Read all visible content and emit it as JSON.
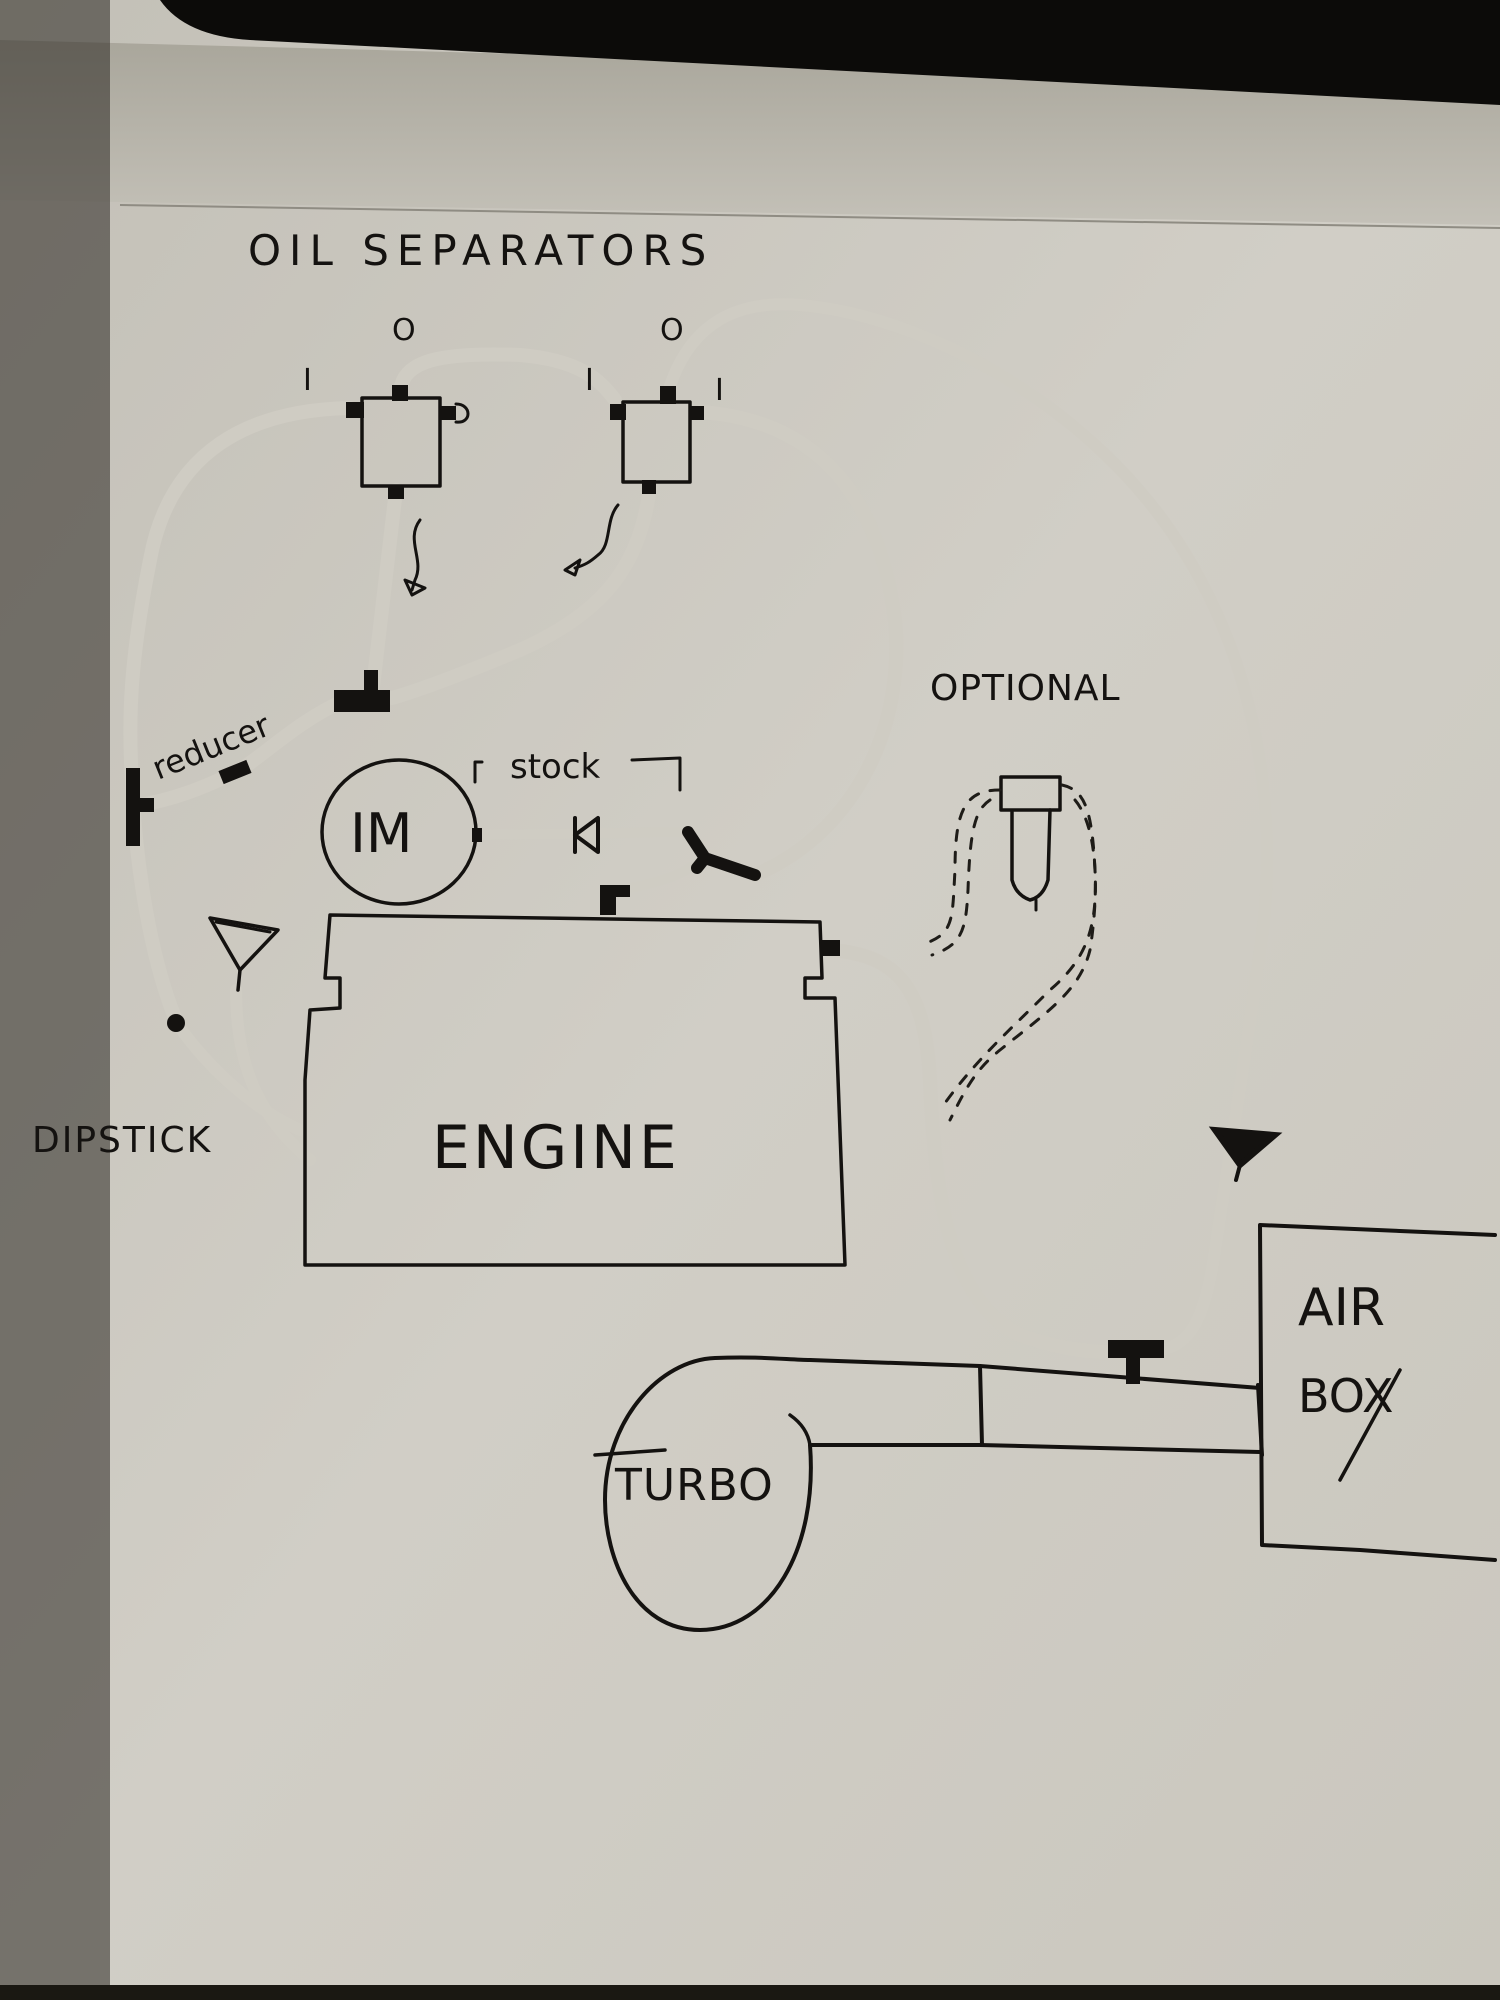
{
  "title": "OIL SEPARATORS",
  "separators": [
    {
      "id": "separator-1",
      "ports": {
        "inlet_label": "I",
        "outlet_label": "O"
      }
    },
    {
      "id": "separator-2",
      "ports": {
        "inlet_left_label": "I",
        "inlet_right_label": "I",
        "outlet_label": "O"
      }
    }
  ],
  "labels": {
    "reducer": "reducer",
    "stock": "stock",
    "intake_manifold": "IM",
    "optional": "OPTIONAL",
    "dipstick": "DIPSTICK",
    "engine": "ENGINE",
    "turbo": "TURBO",
    "airbox_line1": "AIR",
    "airbox_line2": "BOX"
  },
  "components": [
    {
      "name": "Oil separator 1",
      "icon": "box"
    },
    {
      "name": "Oil separator 2",
      "icon": "box"
    },
    {
      "name": "Intake manifold (IM)",
      "icon": "circle"
    },
    {
      "name": "Check valve (stock)",
      "icon": "check-valve"
    },
    {
      "name": "Y-fitting",
      "icon": "y-fitting"
    },
    {
      "name": "Engine",
      "icon": "box"
    },
    {
      "name": "Dipstick funnel",
      "icon": "funnel"
    },
    {
      "name": "Optional catch can / filter",
      "icon": "filter"
    },
    {
      "name": "Check valve (airbox line)",
      "icon": "check-valve"
    },
    {
      "name": "Turbo",
      "icon": "circle"
    },
    {
      "name": "Air box",
      "icon": "box"
    },
    {
      "name": "T-fitting on intake pipe",
      "icon": "t-fitting"
    },
    {
      "name": "Reducer",
      "icon": "reducer"
    }
  ],
  "colors": {
    "paper": "#cfccc3",
    "ink": "#141210",
    "shadow": "#1a1812"
  }
}
